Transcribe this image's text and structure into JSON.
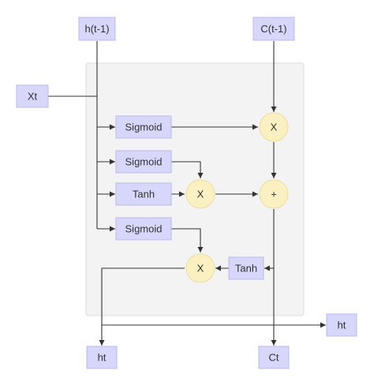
{
  "colors": {
    "node_fill": "#d7d7fb",
    "node_stroke": "#b8b8ee",
    "op_fill": "#fbf0c2",
    "op_stroke": "#eedd99",
    "container_fill": "#f3f3f3",
    "container_stroke": "#dddddd",
    "edge": "#333333"
  },
  "nodes": {
    "h_prev": "h(t-1)",
    "c_prev": "C(t-1)",
    "xt": "Xt",
    "forget_gate": "Sigmoid",
    "input_gate": "Sigmoid",
    "candidate": "Tanh",
    "output_gate": "Sigmoid",
    "cell_tanh": "Tanh",
    "ht_right": "ht",
    "ht_bottom": "ht",
    "ct_bottom": "Ct"
  },
  "operators": {
    "forget_mul": "X",
    "input_mul": "X",
    "add": "+",
    "output_mul": "X"
  }
}
